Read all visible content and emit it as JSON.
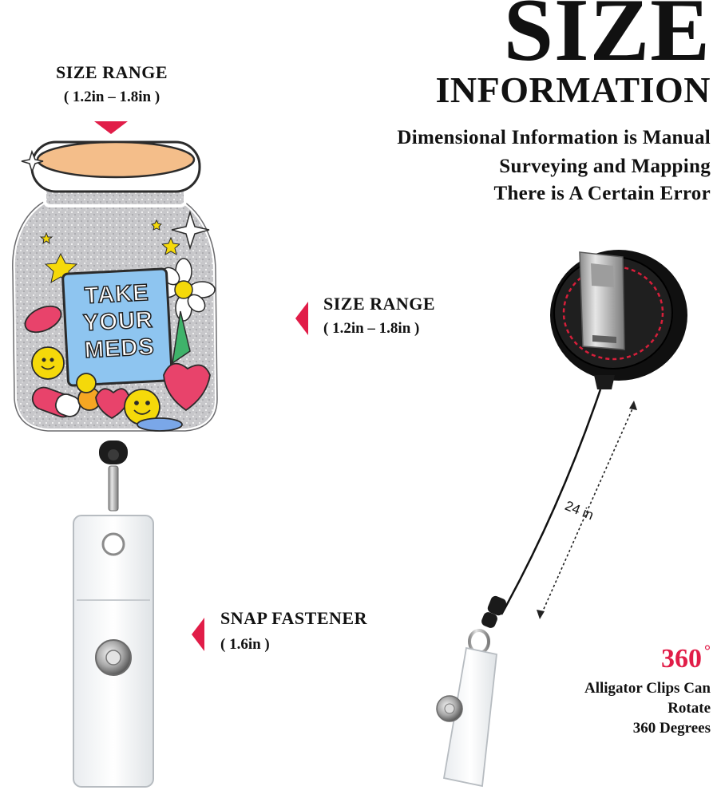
{
  "header": {
    "title_big": "SIZE",
    "title_sub": "INFORMATION",
    "description_lines": [
      "Dimensional Information is Manual",
      "Surveying and Mapping",
      "There is A Certain Error"
    ]
  },
  "badge": {
    "text_lines": [
      "TAKE",
      "YOUR",
      "MEDS"
    ]
  },
  "labels": {
    "top": {
      "title": "SIZE RANGE",
      "range": "( 1.2in – 1.8in )"
    },
    "side": {
      "title": "SIZE RANGE",
      "range": "( 1.2in – 1.8in )"
    },
    "snap": {
      "title": "SNAP FASTENER",
      "size": "( 1.6in )"
    }
  },
  "reel": {
    "cord_length": "24 in",
    "rotation_value": "360",
    "rotation_unit": "°",
    "rotation_lines": [
      "Alligator Clips Can",
      "Rotate",
      "360 Degrees"
    ]
  },
  "colors": {
    "accent_pink": "#e11d48",
    "glitter_silver": "#c9c9cc",
    "lid_peach": "#f4be8a",
    "label_blue": "#8ec5f0"
  }
}
